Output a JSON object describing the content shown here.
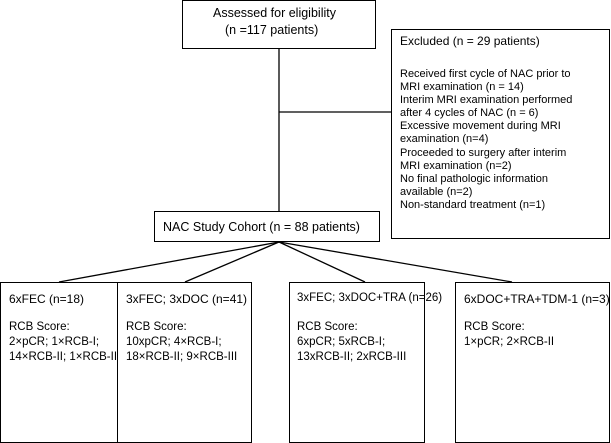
{
  "assessed": {
    "line1": "Assessed for eligibility",
    "line2": "(n =117 patients)"
  },
  "excluded": {
    "title": "Excluded (n = 29 patients)",
    "lines": [
      "Received first cycle of NAC prior to",
      "MRI examination (n = 14)",
      "Interim MRI examination performed",
      "after 4 cycles of NAC (n = 6)",
      "Excessive movement during MRI",
      "examination (n=4)",
      "Proceeded to surgery after interim",
      "MRI examination (n=2)",
      "No final pathologic information",
      "available (n=2)",
      "Non-standard treatment (n=1)"
    ]
  },
  "cohort": {
    "label": "NAC Study Cohort (n = 88 patients)"
  },
  "groups": [
    {
      "title": "6xFEC (n=18)",
      "score_label": "RCB Score:",
      "score_lines": [
        "2×pCR; 1×RCB-I;",
        "14×RCB-II; 1×RCB-III"
      ]
    },
    {
      "title": "3xFEC; 3xDOC (n=41)",
      "score_label": "RCB Score:",
      "score_lines": [
        "10xpCR; 4×RCB-I;",
        "18×RCB-II; 9×RCB-III"
      ]
    },
    {
      "title": "3xFEC; 3xDOC+TRA (n=26)",
      "score_label": "RCB Score:",
      "score_lines": [
        "6xpCR; 5xRCB-I;",
        "13xRCB-II; 2xRCB-III"
      ]
    },
    {
      "title": "6xDOC+TRA+TDM-1 (n=3)",
      "score_label": "RCB Score:",
      "score_lines": [
        "1×pCR; 2×RCB-II"
      ]
    }
  ]
}
